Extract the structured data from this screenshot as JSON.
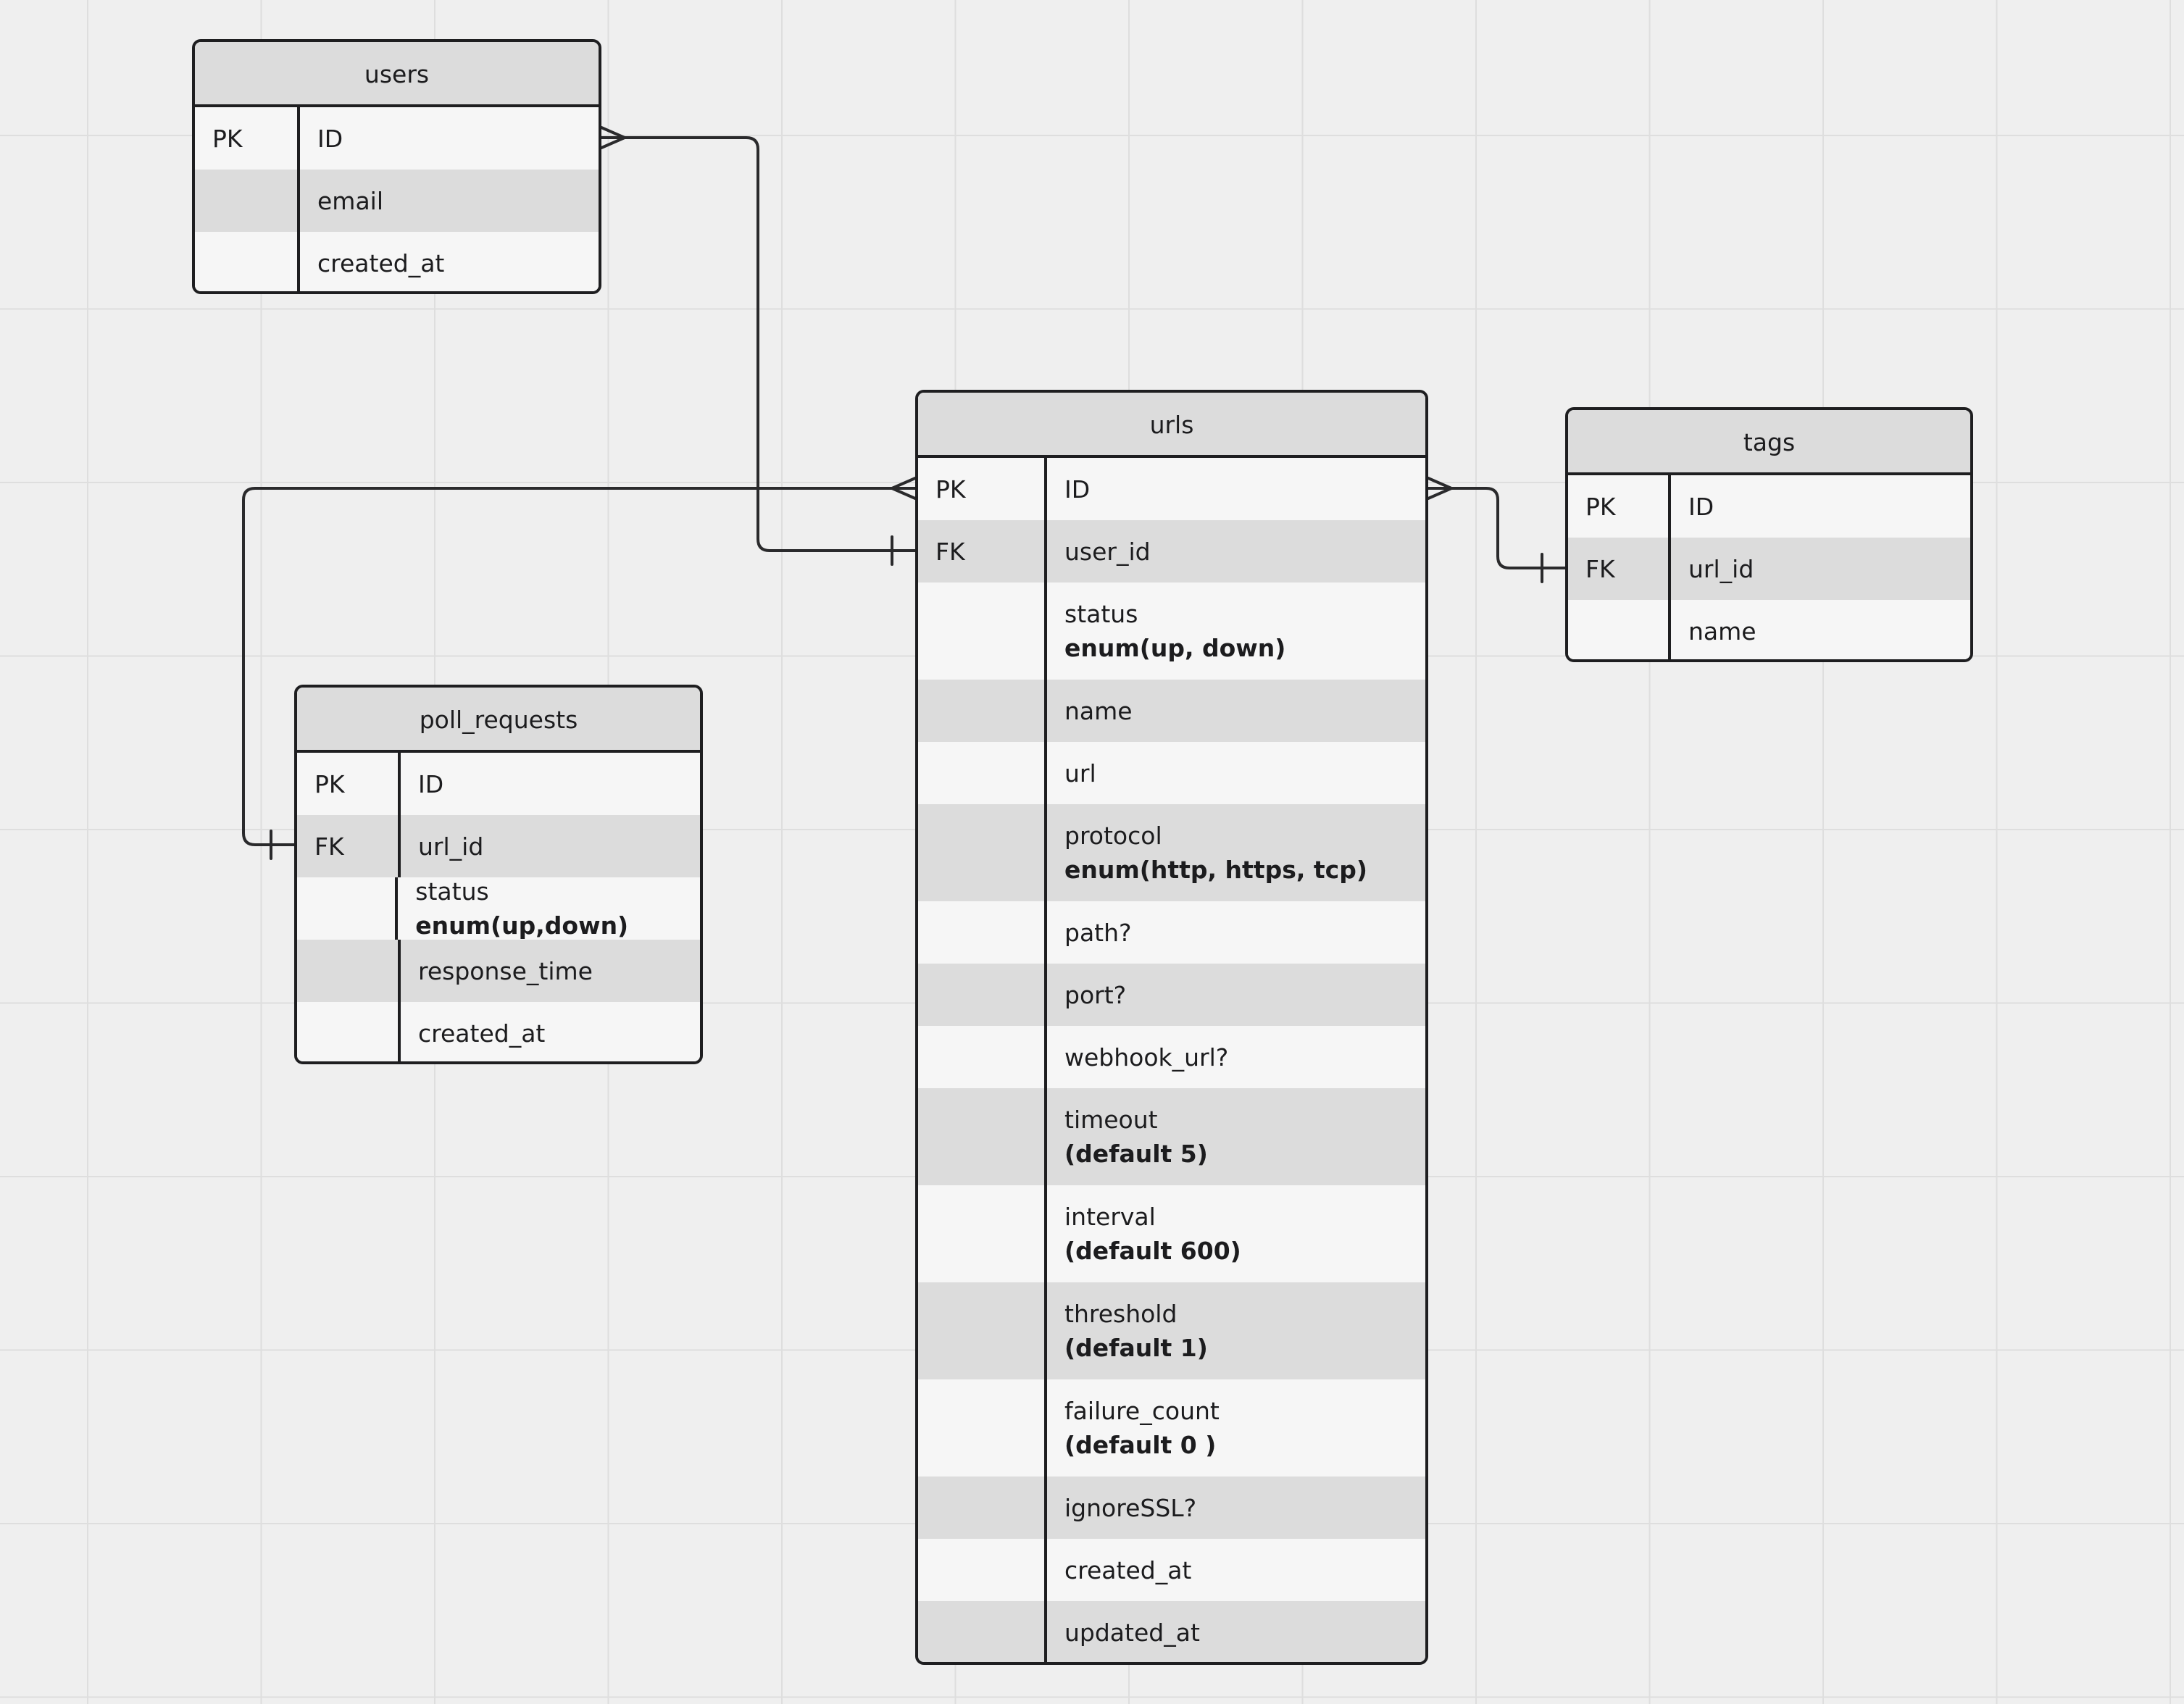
{
  "tables": {
    "users": {
      "title": "users",
      "rows": [
        {
          "key": "PK",
          "field": "ID"
        },
        {
          "key": "",
          "field": "email"
        },
        {
          "key": "",
          "field": "created_at"
        }
      ]
    },
    "urls": {
      "title": "urls",
      "rows": [
        {
          "key": "PK",
          "field": "ID"
        },
        {
          "key": "FK",
          "field": "user_id"
        },
        {
          "key": "",
          "field": "status",
          "detail": "enum(up, down)"
        },
        {
          "key": "",
          "field": "name"
        },
        {
          "key": "",
          "field": "url"
        },
        {
          "key": "",
          "field": "protocol",
          "detail": "enum(http, https, tcp)"
        },
        {
          "key": "",
          "field": "path?"
        },
        {
          "key": "",
          "field": "port?"
        },
        {
          "key": "",
          "field": "webhook_url?"
        },
        {
          "key": "",
          "field": "timeout",
          "detail": "(default 5)"
        },
        {
          "key": "",
          "field": "interval",
          "detail": "(default 600)"
        },
        {
          "key": "",
          "field": "threshold",
          "detail": "(default 1)"
        },
        {
          "key": "",
          "field": "failure_count",
          "detail": "(default 0 )"
        },
        {
          "key": "",
          "field": "ignoreSSL?"
        },
        {
          "key": "",
          "field": "created_at"
        },
        {
          "key": "",
          "field": "updated_at"
        }
      ]
    },
    "tags": {
      "title": "tags",
      "rows": [
        {
          "key": "PK",
          "field": "ID"
        },
        {
          "key": "FK",
          "field": "url_id"
        },
        {
          "key": "",
          "field": "name"
        }
      ]
    },
    "poll_requests": {
      "title": "poll_requests",
      "rows": [
        {
          "key": "PK",
          "field": "ID"
        },
        {
          "key": "FK",
          "field": "url_id"
        },
        {
          "key": "",
          "field": "status",
          "inline_detail": "enum(up,down)"
        },
        {
          "key": "",
          "field": "response_time"
        },
        {
          "key": "",
          "field": "created_at"
        }
      ]
    }
  },
  "relationships": [
    {
      "from": "users.ID",
      "from_end": "many",
      "to": "urls.user_id",
      "to_end": "one"
    },
    {
      "from": "urls.ID",
      "from_end": "many",
      "to": "poll_requests.url_id",
      "to_end": "one"
    },
    {
      "from": "urls.ID",
      "from_end": "many",
      "to": "tags.url_id",
      "to_end": "one"
    }
  ],
  "colors": {
    "canvas": "#efefef",
    "grid": "#dedede",
    "header": "#dcdcdc",
    "row_light": "#f6f6f6",
    "row_dark": "#dcdcdc",
    "line": "#1e1e20"
  }
}
